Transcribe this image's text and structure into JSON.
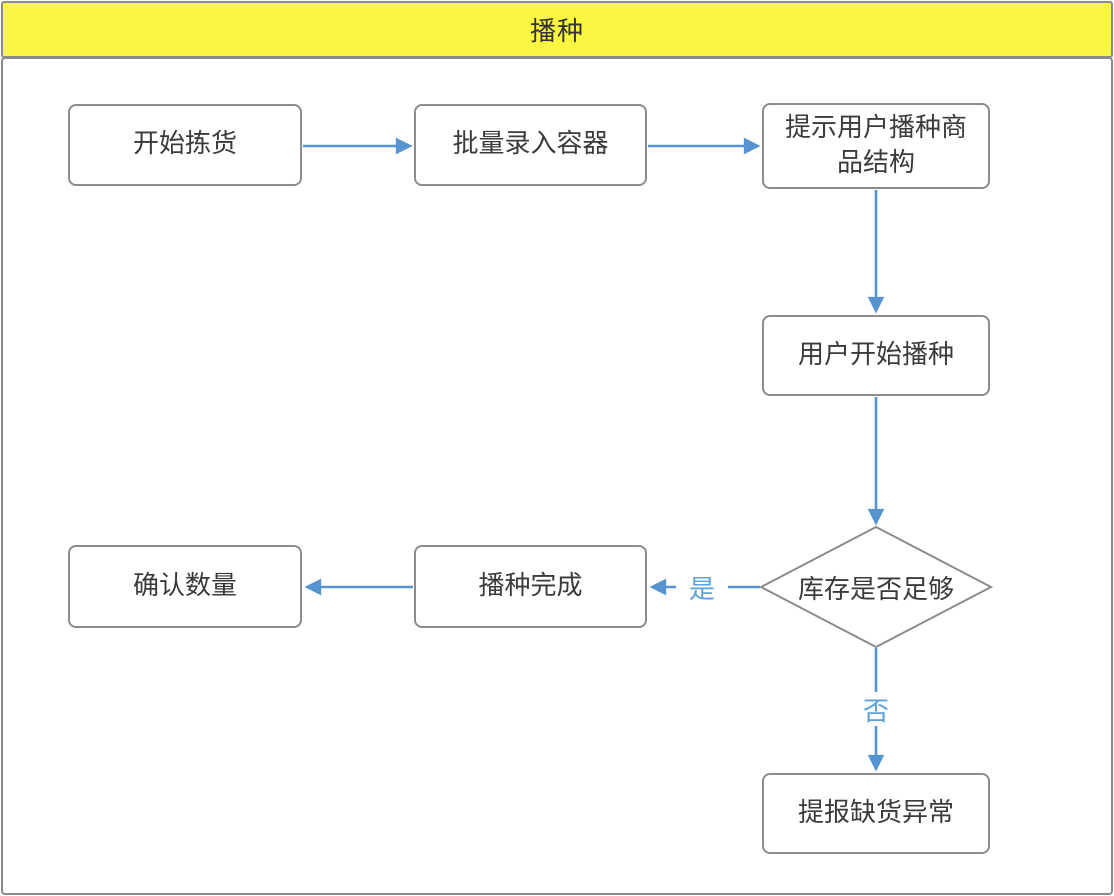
{
  "header": {
    "title": "播种"
  },
  "flowchart": {
    "nodes": {
      "start_picking": {
        "label": "开始拣货"
      },
      "batch_container": {
        "label": "批量录入容器"
      },
      "prompt_structure": {
        "label": "提示用户播种商品结构"
      },
      "user_start_seeding": {
        "label": "用户开始播种"
      },
      "stock_decision": {
        "label": "库存是否足够"
      },
      "seeding_done": {
        "label": "播种完成"
      },
      "confirm_quantity": {
        "label": "确认数量"
      },
      "report_shortage": {
        "label": "提报缺货异常"
      }
    },
    "edge_labels": {
      "yes": "是",
      "no": "否"
    },
    "colors": {
      "header_bg": "#FAF642",
      "arrow": "#5594D0",
      "edge_label_text": "#5DA0DB",
      "node_border": "#8C8C8C",
      "lane_border": "#8A8A8A",
      "node_text": "#3B3B3B"
    }
  }
}
